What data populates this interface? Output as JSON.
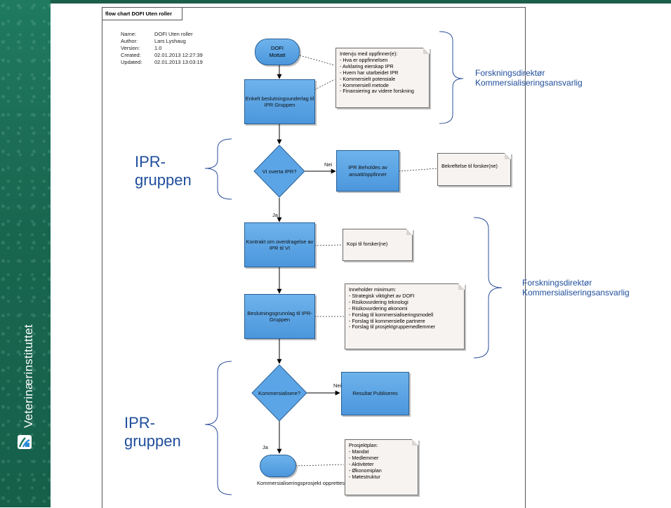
{
  "sidebar": {
    "brand": "Veterinærinstituttet"
  },
  "frame": {
    "title": "flow chart DOFI Uten roller"
  },
  "meta": [
    {
      "key": "Name:",
      "value": "DOFI Uten roller"
    },
    {
      "key": "Author:",
      "value": "Lars Lyshaug"
    },
    {
      "key": "Version:",
      "value": "1.0"
    },
    {
      "key": "Created:",
      "value": "02.01.2013 12:27:39"
    },
    {
      "key": "Updated:",
      "value": "02.01.2013 13:03:19"
    }
  ],
  "nodes": {
    "start": "DOFI Mottatt",
    "basis": "Enkelt beslutningsunderlag til IPR Gruppen",
    "decision1": "VI overta IPR?",
    "retained": "IPR Beholdes av ansatt/oppfinner",
    "contract": "Kontrakt om overdragelse av IPR til VI",
    "decision_basis": "Beslutningsgrunnlag til IPR-Gruppen",
    "decision2": "Kommersialisere?",
    "published": "Resultat Publiseres",
    "end_label": "Kommersialiseringsprosjekt opprettes"
  },
  "edge_labels": {
    "nei1": "Nei",
    "ja1": "Ja",
    "nei2": "Nei",
    "ja2": "Ja"
  },
  "notes": {
    "interview": [
      "Intervju med oppfinner(e):",
      "- Hva er oppfinnelsen",
      "- Avklaring eierskap IPR",
      "- Hvem har utarbeidet IPR",
      "- Kommersielt potensiale",
      "- Kommersiell metode",
      "- Finansiering av videre forskning"
    ],
    "confirm": [
      "Bekreftelse til forsker(ne)"
    ],
    "copy": [
      "Kopi til forsker(ne)"
    ],
    "minimum": [
      "Inneholder minimum:",
      "- Strategisk viktighet av DOFI",
      "- Risikovurdering teknologi",
      "- Risikovurdering økonomi",
      "- Forslag til kommersialiseringsmodell",
      "- Forslag til kommersielle partnere",
      "- Forslag til prosjektgruppemedlemmer"
    ],
    "plan": [
      "Prosjektplan:",
      "- Mandat",
      "- Medlemmer",
      "- Aktiviteter",
      "- Økonomiplan",
      "- Møtestruktur"
    ]
  },
  "groups": {
    "ipr_top": "IPR-gruppen",
    "ipr_bottom": "IPR-gruppen",
    "role_top": [
      "Forskningsdirektør",
      "Kommersialiseringsansvarlig"
    ],
    "role_mid": [
      "Forskningsdirektør",
      "Kommersialiseringsansvarlig"
    ]
  },
  "colors": {
    "node_fill": "#5ba5e6",
    "note_fill": "#f6f3f0",
    "group_text": "#1f4e9c",
    "sidebar": "#1f7a5f"
  }
}
